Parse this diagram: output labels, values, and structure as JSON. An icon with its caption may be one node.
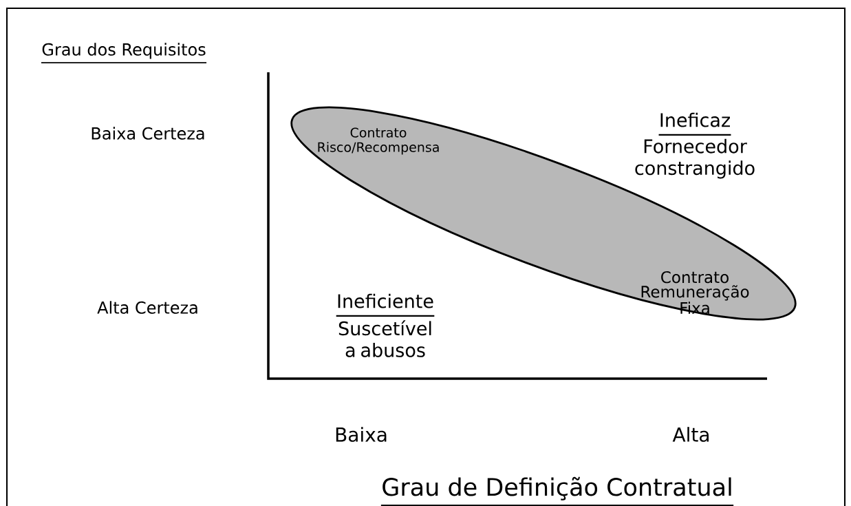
{
  "diagram": {
    "nodes": [
      {
        "text": [
          "Contrato Risco/Recompensa",
          "Contrato Remuneração Fixa"
        ]
      }
    ],
    "labels": [
      "Grau dos Requisitos",
      "Baixa Certeza",
      "Ineficaz",
      "Fornecedor constrangido",
      "Alta Certeza",
      "Ineficiente",
      "Suscetível a abusos",
      "Baixa",
      "Alta",
      "Grau de Definição Contratual"
    ]
  }
}
